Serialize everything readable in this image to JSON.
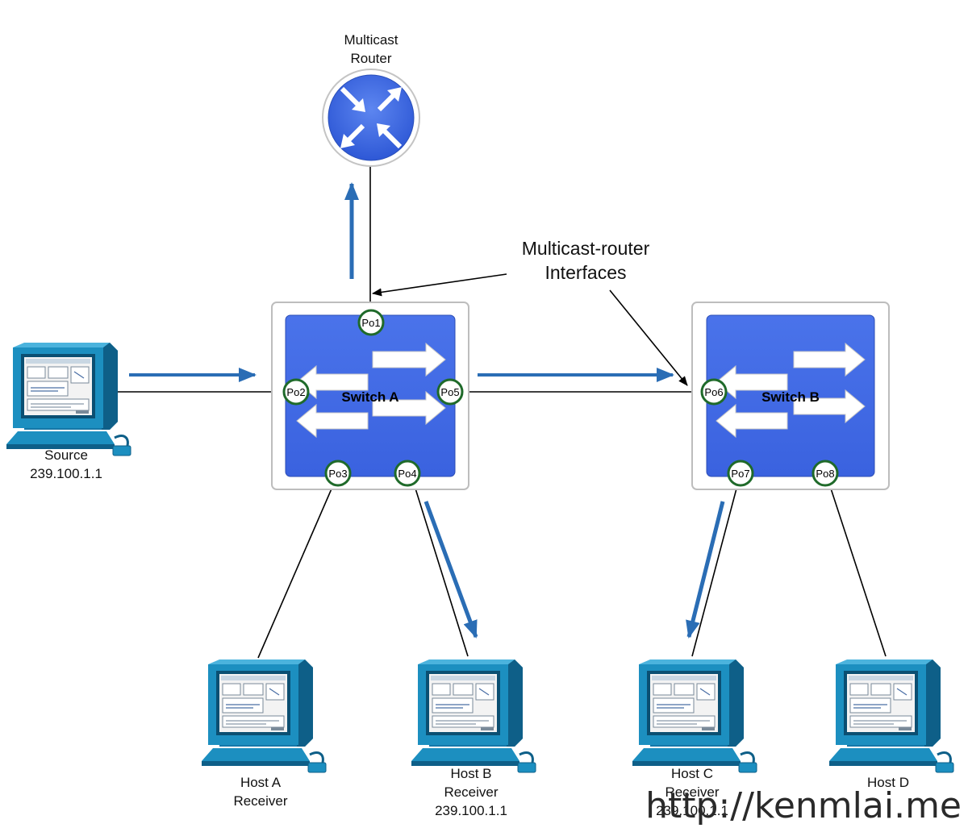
{
  "router": {
    "label_line1": "Multicast",
    "label_line2": "Router"
  },
  "callout": {
    "line1": "Multicast-router",
    "line2": "Interfaces"
  },
  "switch_a": {
    "label": "Switch A"
  },
  "switch_b": {
    "label": "Switch B"
  },
  "ports": {
    "po1": "Po1",
    "po2": "Po2",
    "po3": "Po3",
    "po4": "Po4",
    "po5": "Po5",
    "po6": "Po6",
    "po7": "Po7",
    "po8": "Po8"
  },
  "hosts": {
    "source": {
      "line1": "Source",
      "line2": "239.100.1.1"
    },
    "host_a": {
      "line1": "Host A",
      "line2": "Receiver"
    },
    "host_b": {
      "line1": "Host B",
      "line2": "Receiver",
      "line3": "239.100.1.1"
    },
    "host_c": {
      "line1": "Host C",
      "line2": "Receiver",
      "line3": "239.100.1.1"
    },
    "host_d": {
      "line1": "Host D"
    }
  },
  "watermark": "http://kenmlai.me",
  "colors": {
    "switch_blue": "#3f6ae6",
    "flow_arrow": "#2a6db5",
    "port_ring": "#1f6a2a",
    "computer_blue": "#1c8fc0"
  }
}
